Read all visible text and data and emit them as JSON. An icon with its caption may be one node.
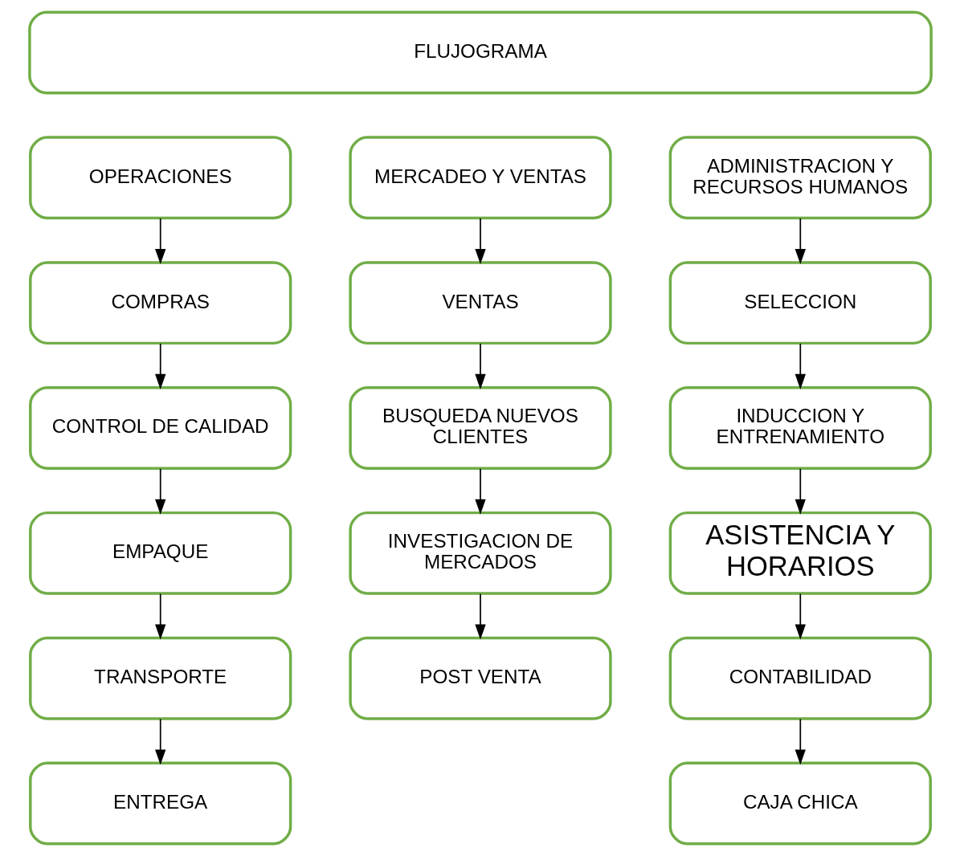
{
  "diagram": {
    "nodes": [
      {
        "text": [
          "FLUJOGRAMA"
        ]
      },
      {
        "text": [
          "OPERACIONES"
        ]
      },
      {
        "text": [
          "COMPRAS"
        ]
      },
      {
        "text": [
          "CONTROL DE CALIDAD"
        ]
      },
      {
        "text": [
          "EMPAQUE"
        ]
      },
      {
        "text": [
          "TRANSPORTE"
        ]
      },
      {
        "text": [
          "ENTREGA"
        ]
      },
      {
        "text": [
          "MERCADEO Y VENTAS"
        ]
      },
      {
        "text": [
          "VENTAS"
        ]
      },
      {
        "text": [
          "BUSQUEDA NUEVOS CLIENTES"
        ]
      },
      {
        "text": [
          "INVESTIGACION DE MERCADOS"
        ]
      },
      {
        "text": [
          "POST VENTA"
        ]
      },
      {
        "text": [
          "ADMINISTRACION Y RECURSOS HUMANOS"
        ]
      },
      {
        "text": [
          "SELECCION"
        ]
      },
      {
        "text": [
          "INDUCCION Y ENTRENAMIENTO"
        ]
      },
      {
        "text": [
          "ASISTENCIA Y HORARIOS"
        ]
      },
      {
        "text": [
          "CONTABILIDAD"
        ]
      },
      {
        "text": [
          "CAJA CHICA"
        ]
      }
    ],
    "edges": [
      {
        "from": 1,
        "to": 2,
        "arrow": "to"
      },
      {
        "from": 2,
        "to": 3,
        "arrow": "to"
      },
      {
        "from": 3,
        "to": 4,
        "arrow": "to"
      },
      {
        "from": 4,
        "to": 5,
        "arrow": "to"
      },
      {
        "from": 5,
        "to": 6,
        "arrow": "to"
      },
      {
        "from": 7,
        "to": 8,
        "arrow": "to"
      },
      {
        "from": 8,
        "to": 9,
        "arrow": "to"
      },
      {
        "from": 9,
        "to": 10,
        "arrow": "to"
      },
      {
        "from": 10,
        "to": 11,
        "arrow": "to"
      },
      {
        "from": 12,
        "to": 13,
        "arrow": "to"
      },
      {
        "from": 13,
        "to": 14,
        "arrow": "to"
      },
      {
        "from": 14,
        "to": 15,
        "arrow": "to"
      },
      {
        "from": 15,
        "to": 16,
        "arrow": "to"
      },
      {
        "from": 16,
        "to": 17,
        "arrow": "to"
      }
    ]
  }
}
